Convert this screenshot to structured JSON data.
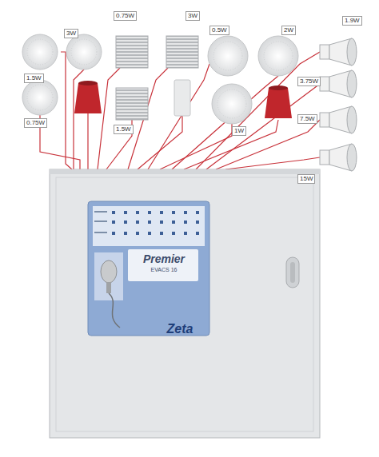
{
  "diagram": {
    "nodes": [
      {
        "text": [
          "Premier",
          "EVACS 16",
          "Zeta"
        ]
      }
    ],
    "labels": [
      "3W",
      "0.75W",
      "3W",
      "0.5W",
      "2W",
      "1.9W",
      "1.5W",
      "1.5W",
      "0.75W",
      "1W",
      "3.75W",
      "7.5W",
      "15W"
    ]
  }
}
